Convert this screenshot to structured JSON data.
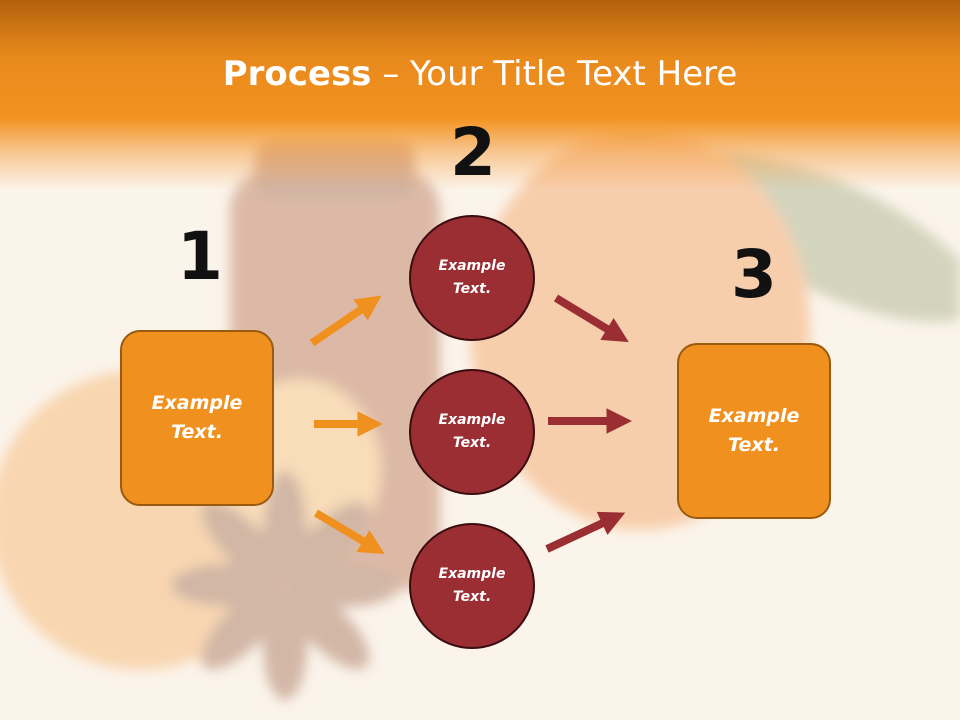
{
  "slide": {
    "title_bold": "Process",
    "title_rest": " – Your Title Text Here"
  },
  "steps": {
    "one": {
      "number": "1",
      "line1": "Example",
      "line2": "Text."
    },
    "two": {
      "number": "2"
    },
    "three": {
      "number": "3",
      "line1": "Example",
      "line2": "Text."
    }
  },
  "circles": [
    {
      "line1": "Example",
      "line2": "Text."
    },
    {
      "line1": "Example",
      "line2": "Text."
    },
    {
      "line1": "Example",
      "line2": "Text."
    }
  ],
  "colors": {
    "header_orange": "#f29320",
    "box_fill": "#f0911f",
    "circle_fill": "#9a2e33",
    "arrow_orange": "#f0911f",
    "arrow_red": "#9a2e33"
  }
}
